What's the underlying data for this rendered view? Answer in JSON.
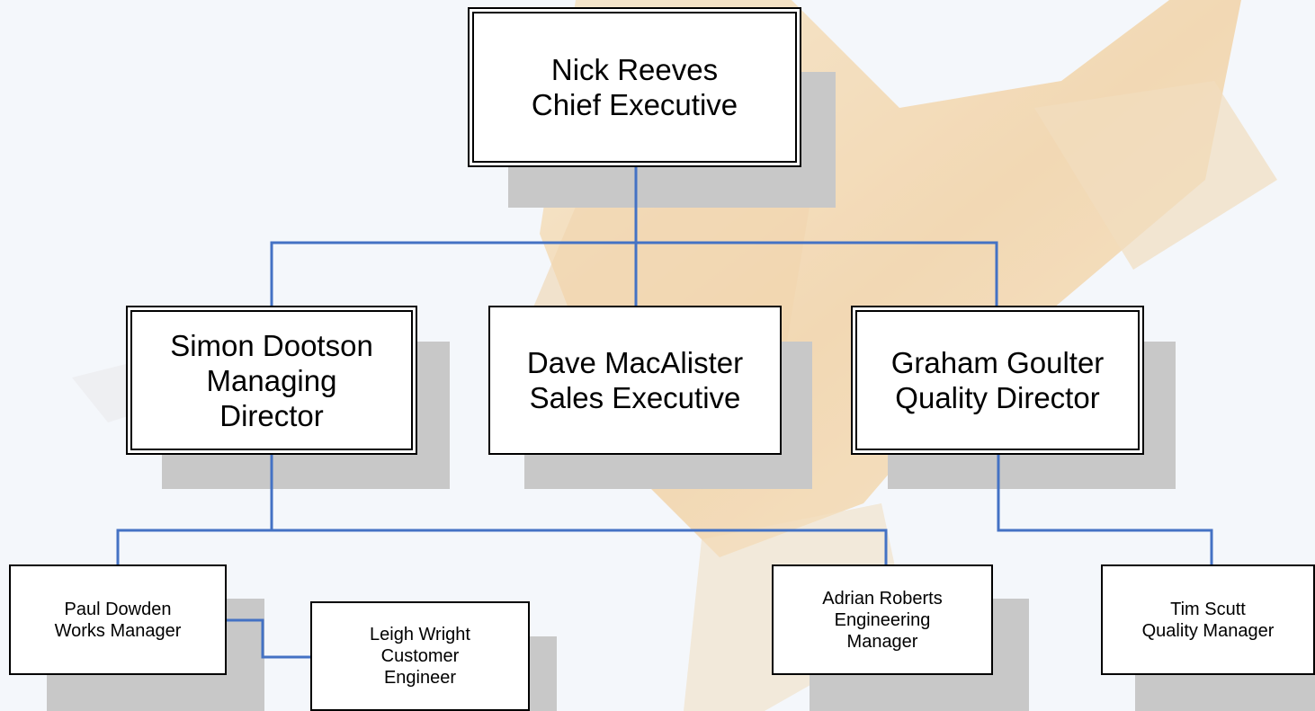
{
  "colors": {
    "connector": "#4472c4",
    "background": "#f4f7fb",
    "node_border": "#000000",
    "node_fill": "#ffffff",
    "shadow": "#c8c8c8"
  },
  "nodes": {
    "nick_reeves": {
      "name": "Nick Reeves",
      "title": "Chief Executive"
    },
    "simon_dootson": {
      "name": "Simon Dootson",
      "title_line1": "Managing",
      "title_line2": "Director"
    },
    "dave_macalister": {
      "name": "Dave MacAlister",
      "title": "Sales Executive"
    },
    "graham_goulter": {
      "name": "Graham Goulter",
      "title": "Quality Director"
    },
    "paul_dowden": {
      "name": "Paul Dowden",
      "title": "Works Manager"
    },
    "leigh_wright": {
      "name": "Leigh Wright",
      "title_line1": "Customer",
      "title_line2": "Engineer"
    },
    "adrian_roberts": {
      "name": "Adrian Roberts",
      "title_line1": "Engineering",
      "title_line2": "Manager"
    },
    "tim_scutt": {
      "name": "Tim Scutt",
      "title": "Quality Manager"
    }
  }
}
